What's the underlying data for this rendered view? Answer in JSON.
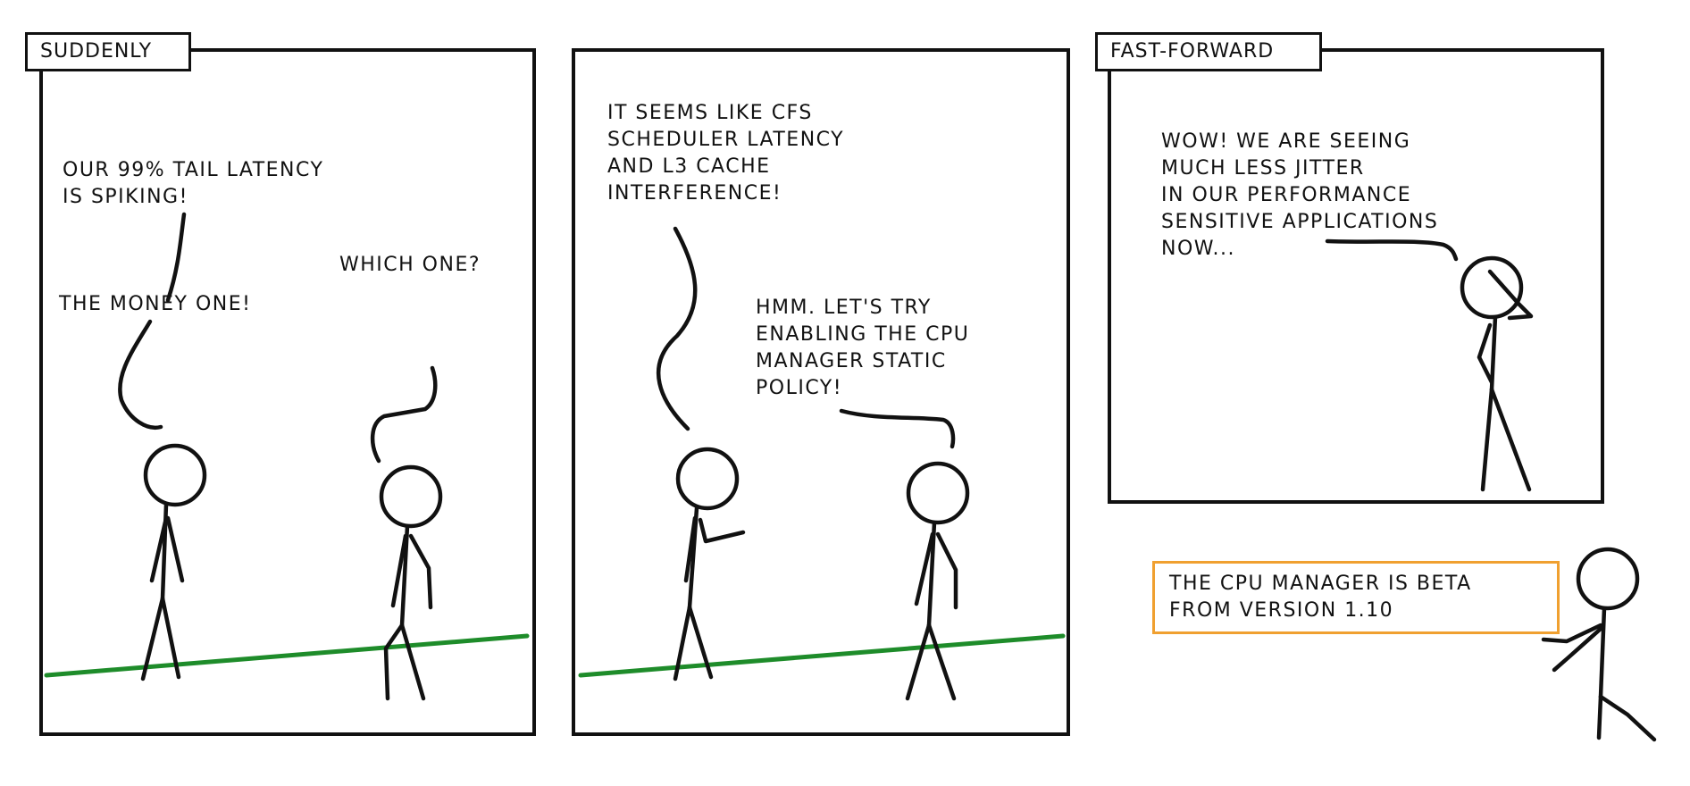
{
  "panels": [
    {
      "caption": "SUDDENLY",
      "bubbles": [
        {
          "lines": [
            "OUR 99% TAIL LATENCY",
            "IS SPIKING!"
          ]
        },
        {
          "lines": [
            "WHICH ONE?"
          ]
        },
        {
          "lines": [
            "THE MONEY ONE!"
          ]
        }
      ]
    },
    {
      "caption": "",
      "bubbles": [
        {
          "lines": [
            "IT SEEMS LIKE CFS",
            "SCHEDULER LATENCY",
            "AND L3 CACHE",
            "INTERFERENCE!"
          ]
        },
        {
          "lines": [
            "HMM. LET'S TRY",
            "ENABLING THE CPU",
            "MANAGER STATIC",
            "POLICY!"
          ]
        }
      ]
    },
    {
      "caption": "FAST-FORWARD",
      "bubbles": [
        {
          "lines": [
            "WOW! WE ARE SEEING",
            "MUCH LESS JITTER",
            "IN OUR PERFORMANCE",
            "SENSITIVE APPLICATIONS",
            "NOW..."
          ]
        }
      ]
    }
  ],
  "note": {
    "lines": [
      "THE CPU MANAGER IS BETA",
      "FROM VERSION 1.10"
    ]
  },
  "colors": {
    "ink": "#111111",
    "ground": "#1e8c2a",
    "note_border": "#f0a030"
  }
}
